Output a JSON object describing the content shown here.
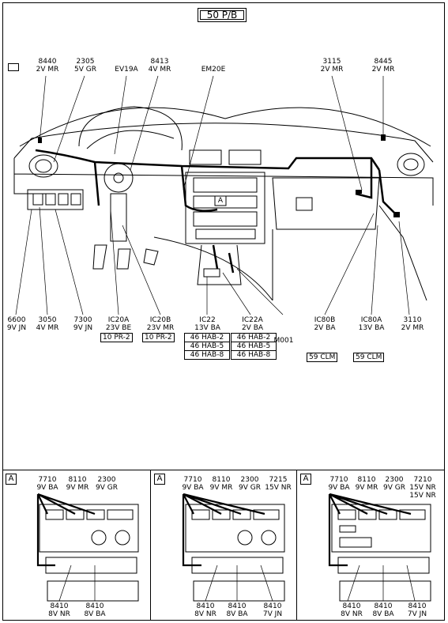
{
  "title": "50 P/B",
  "callout": "A",
  "top_labels": [
    {
      "code": "8440",
      "spec": "2V MR"
    },
    {
      "code": "2305",
      "spec": "5V GR"
    },
    {
      "code": "EV19A",
      "spec": ""
    },
    {
      "code": "8413",
      "spec": "4V MR"
    },
    {
      "code": "EM20E",
      "spec": ""
    },
    {
      "code": "3115",
      "spec": "2V MR"
    },
    {
      "code": "8445",
      "spec": "2V MR"
    }
  ],
  "bottom_labels": [
    {
      "code": "6600",
      "spec": "9V JN",
      "refs": []
    },
    {
      "code": "3050",
      "spec": "4V MR",
      "refs": []
    },
    {
      "code": "7300",
      "spec": "9V JN",
      "refs": []
    },
    {
      "code": "IC20A",
      "spec": "23V BE",
      "refs": [
        "10 PR-2"
      ]
    },
    {
      "code": "IC20B",
      "spec": "23V MR",
      "refs": [
        "10 PR-2"
      ]
    },
    {
      "code": "IC22",
      "spec": "13V BA",
      "refs": [
        "46 HAB-2",
        "46 HAB-5",
        "46 HAB-8"
      ]
    },
    {
      "code": "IC22A",
      "spec": "2V BA",
      "refs": [
        "46 HAB-2",
        "46 HAB-5",
        "46 HAB-8"
      ]
    },
    {
      "code": "M001",
      "spec": "",
      "refs": []
    },
    {
      "code": "IC80B",
      "spec": "2V BA",
      "refs": [
        "59 CLM"
      ]
    },
    {
      "code": "IC80A",
      "spec": "13V BA",
      "refs": [
        "59 CLM"
      ]
    },
    {
      "code": "3110",
      "spec": "2V MR",
      "refs": []
    }
  ],
  "panels": [
    {
      "letter": "A",
      "top": [
        {
          "code": "7710",
          "spec": "9V BA"
        },
        {
          "code": "8110",
          "spec": "9V MR"
        },
        {
          "code": "2300",
          "spec": "9V GR"
        }
      ],
      "bottom": [
        {
          "code": "8410",
          "spec": "8V NR"
        },
        {
          "code": "8410",
          "spec": "8V BA"
        }
      ]
    },
    {
      "letter": "A",
      "top": [
        {
          "code": "7710",
          "spec": "9V BA"
        },
        {
          "code": "8110",
          "spec": "9V MR"
        },
        {
          "code": "2300",
          "spec": "9V GR"
        },
        {
          "code": "7215",
          "spec": "15V NR"
        }
      ],
      "bottom": [
        {
          "code": "8410",
          "spec": "8V NR"
        },
        {
          "code": "8410",
          "spec": "8V BA"
        },
        {
          "code": "8410",
          "spec": "7V JN"
        }
      ]
    },
    {
      "letter": "A",
      "top": [
        {
          "code": "7710",
          "spec": "9V BA"
        },
        {
          "code": "8110",
          "spec": "9V MR"
        },
        {
          "code": "2300",
          "spec": "9V GR"
        },
        {
          "code": "7210",
          "spec": "15V NR"
        },
        {
          "code": "",
          "spec": "15V NR"
        }
      ],
      "bottom": [
        {
          "code": "8410",
          "spec": "8V NR"
        },
        {
          "code": "8410",
          "spec": "8V BA"
        },
        {
          "code": "8410",
          "spec": "7V JN"
        }
      ]
    }
  ]
}
